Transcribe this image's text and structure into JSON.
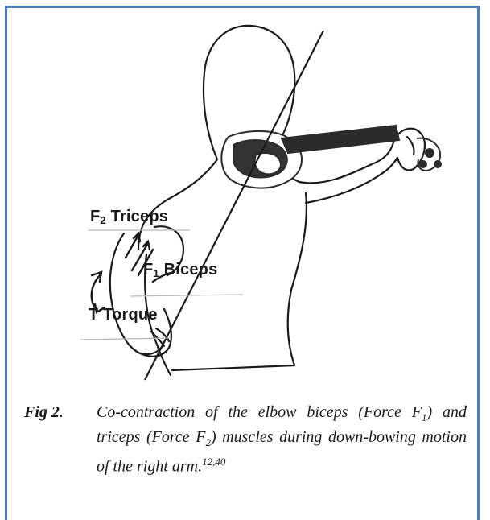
{
  "figure": {
    "labels": {
      "triceps": {
        "symbol": "F",
        "sub": "2",
        "text": "Triceps"
      },
      "biceps": {
        "symbol": "F",
        "sub": "1",
        "text": "Biceps"
      },
      "torque": {
        "text": "T Torque"
      }
    },
    "caption": {
      "label": "Fig 2.",
      "part1": "Co-contraction of the elbow biceps (Force F",
      "sub1": "1",
      "part2": ") and triceps (Force F",
      "sub2": "2",
      "part3": ") muscles during down-bowing motion of the right arm.",
      "refs": "12,40"
    }
  },
  "colors": {
    "frame": "#4f7fb8",
    "ink": "#1a1a1a",
    "violin": "#2b2b2b"
  }
}
